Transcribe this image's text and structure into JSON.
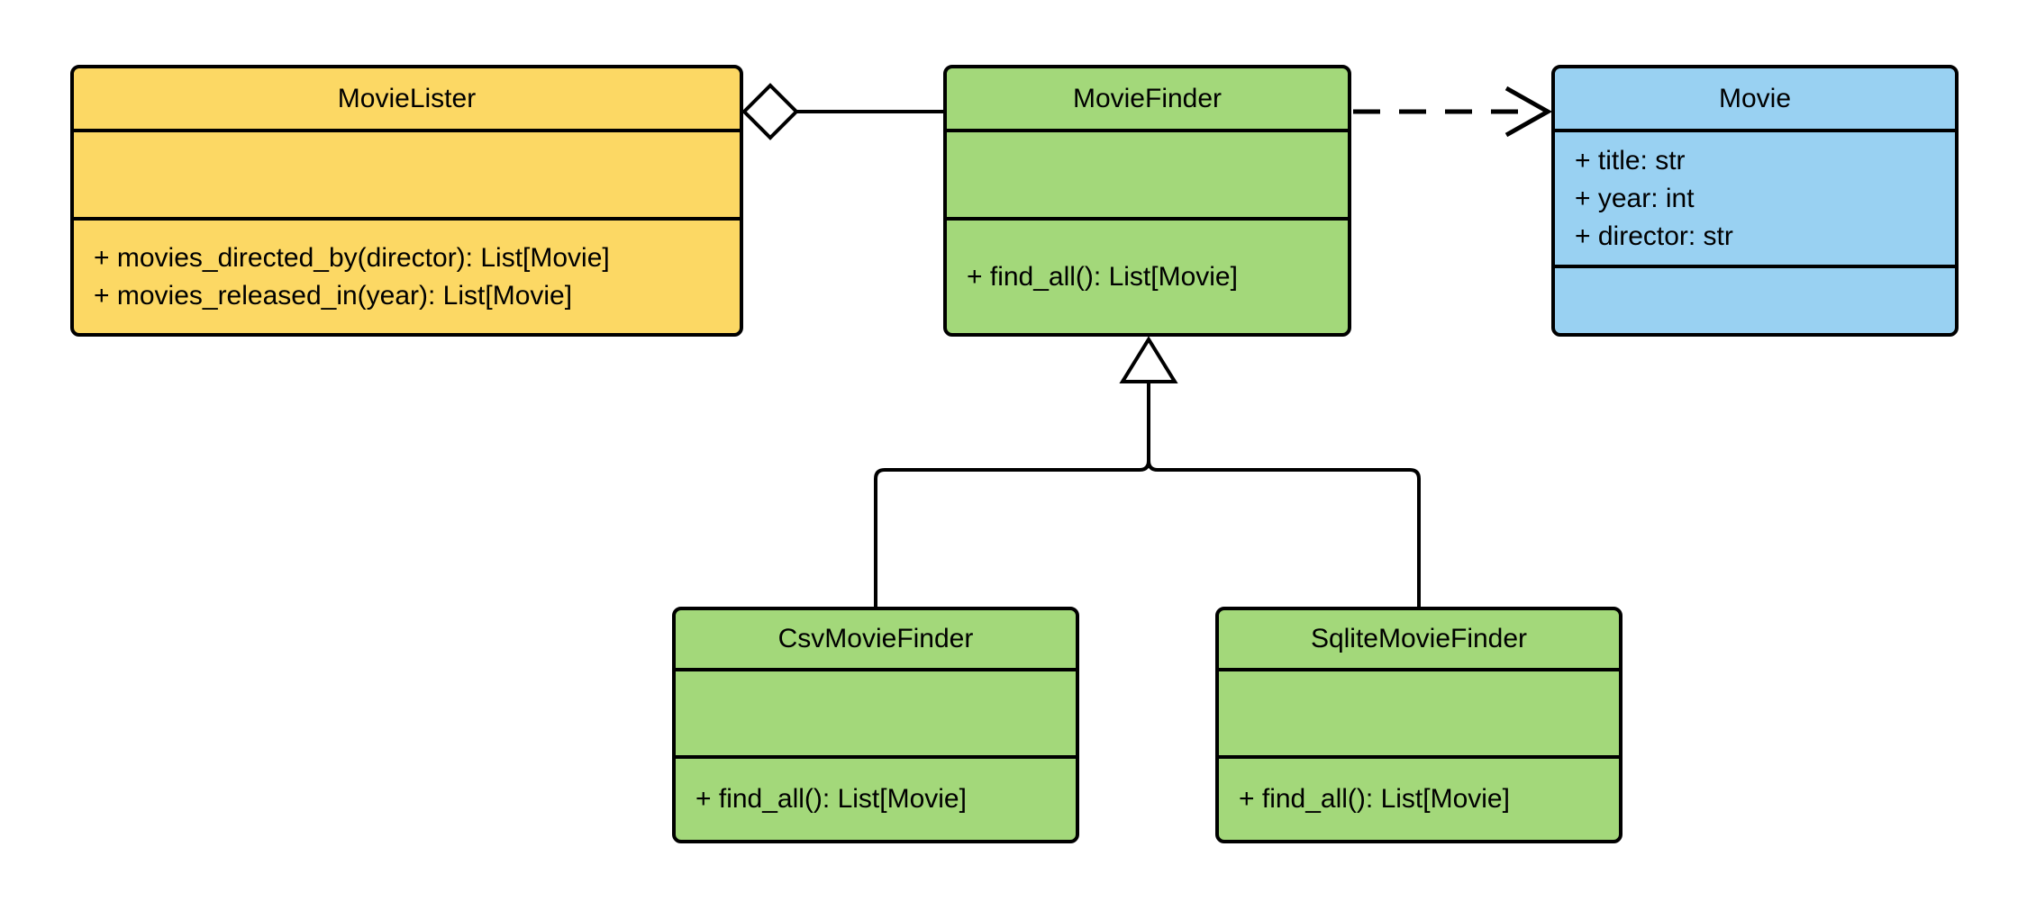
{
  "diagram": {
    "kind": "uml-class-diagram",
    "background": "#ffffff"
  },
  "colors": {
    "yellow": "#FCD864",
    "green": "#A3D87A",
    "blue": "#99D1F2",
    "white": "#FFFFFF",
    "stroke": "#000000"
  },
  "classes": [
    {
      "name": "MovieLister",
      "fill": "#FCD864",
      "attributes": [],
      "methods": [
        "+ movies_directed_by(director): List[Movie]",
        "+ movies_released_in(year): List[Movie]"
      ]
    },
    {
      "name": "MovieFinder",
      "fill": "#A3D87A",
      "attributes": [],
      "methods": [
        "+ find_all(): List[Movie]"
      ]
    },
    {
      "name": "Movie",
      "fill": "#99D1F2",
      "attributes": [
        "+ title: str",
        "+ year: int",
        "+ director: str"
      ],
      "methods": []
    },
    {
      "name": "CsvMovieFinder",
      "fill": "#A3D87A",
      "attributes": [],
      "methods": [
        "+ find_all(): List[Movie]"
      ]
    },
    {
      "name": "SqliteMovieFinder",
      "fill": "#A3D87A",
      "attributes": [],
      "methods": [
        "+ find_all(): List[Movie]"
      ]
    }
  ],
  "relationships": [
    {
      "type": "aggregation",
      "from": "MovieLister",
      "to": "MovieFinder",
      "marker": "hollow-diamond"
    },
    {
      "type": "dependency",
      "from": "MovieFinder",
      "to": "Movie",
      "line": "dashed",
      "marker": "open-arrow"
    },
    {
      "type": "inheritance",
      "from": "CsvMovieFinder",
      "to": "MovieFinder",
      "marker": "hollow-triangle"
    },
    {
      "type": "inheritance",
      "from": "SqliteMovieFinder",
      "to": "MovieFinder",
      "marker": "hollow-triangle"
    }
  ]
}
